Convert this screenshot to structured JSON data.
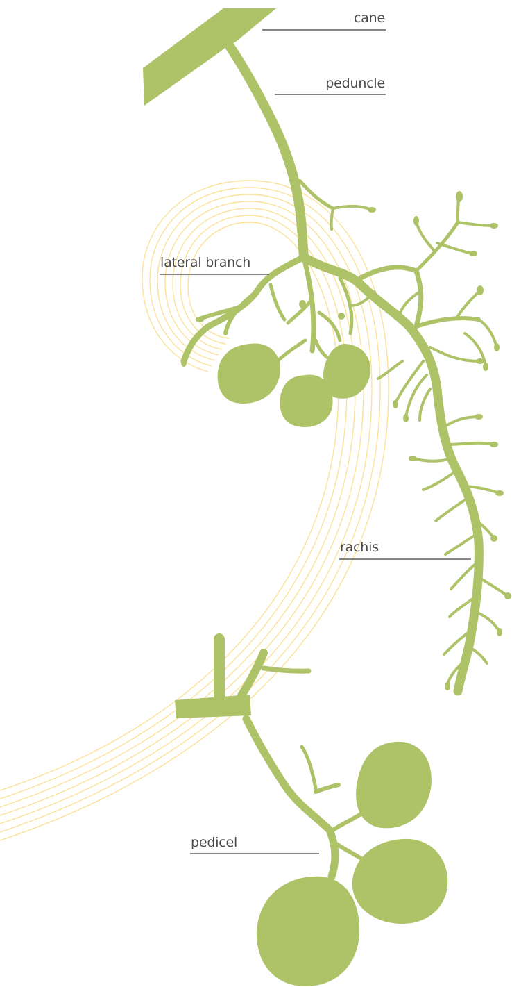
{
  "labels": {
    "cane": "cane",
    "peduncle": "peduncle",
    "lateral_branch": "lateral branch",
    "rachis": "rachis",
    "pedicel": "pedicel"
  },
  "colors": {
    "plant": "#aec267",
    "swirl": "#fbe29a",
    "text": "#4a4a4a",
    "leader": "#3a3a3a"
  }
}
